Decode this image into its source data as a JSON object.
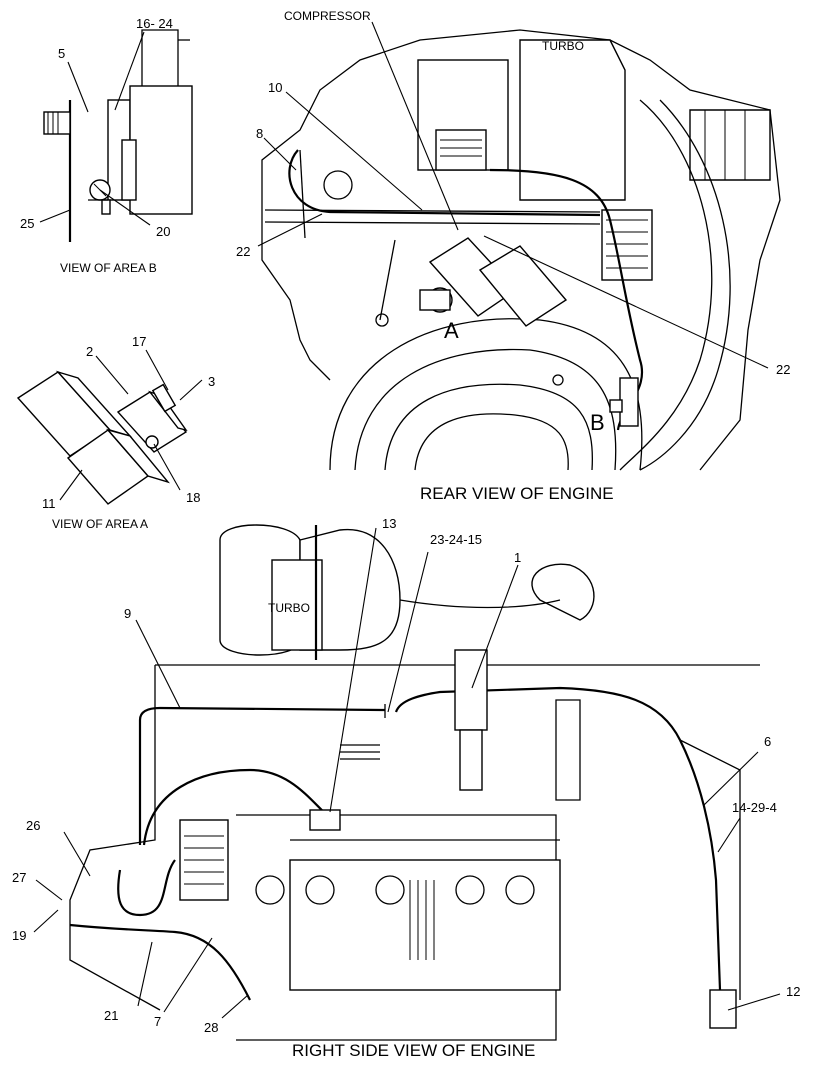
{
  "diagram": {
    "views": {
      "rear": "REAR VIEW OF ENGINE",
      "right_side": "RIGHT SIDE VIEW OF ENGINE",
      "area_a": "VIEW OF AREA  A",
      "area_b": "VIEW OF AREA  B"
    },
    "labels": {
      "compressor": "COMPRESSOR",
      "turbo_rear": "TURBO",
      "turbo_side": "TURBO",
      "area_a_marker": "A",
      "area_b_marker": "B"
    },
    "callouts": {
      "c16_24": "16- 24",
      "c5": "5",
      "c25": "25",
      "c20": "20",
      "c10": "10",
      "c8": "8",
      "c22a": "22",
      "c22b": "22",
      "c2": "2",
      "c17": "17",
      "c3": "3",
      "c11": "11",
      "c18": "18",
      "c13": "13",
      "c23_24_15": "23-24-15",
      "c1": "1",
      "c9": "9",
      "c6": "6",
      "c14_29_4": "14-29-4",
      "c26": "26",
      "c27": "27",
      "c19": "19",
      "c21": "21",
      "c7": "7",
      "c28": "28",
      "c12": "12"
    }
  }
}
